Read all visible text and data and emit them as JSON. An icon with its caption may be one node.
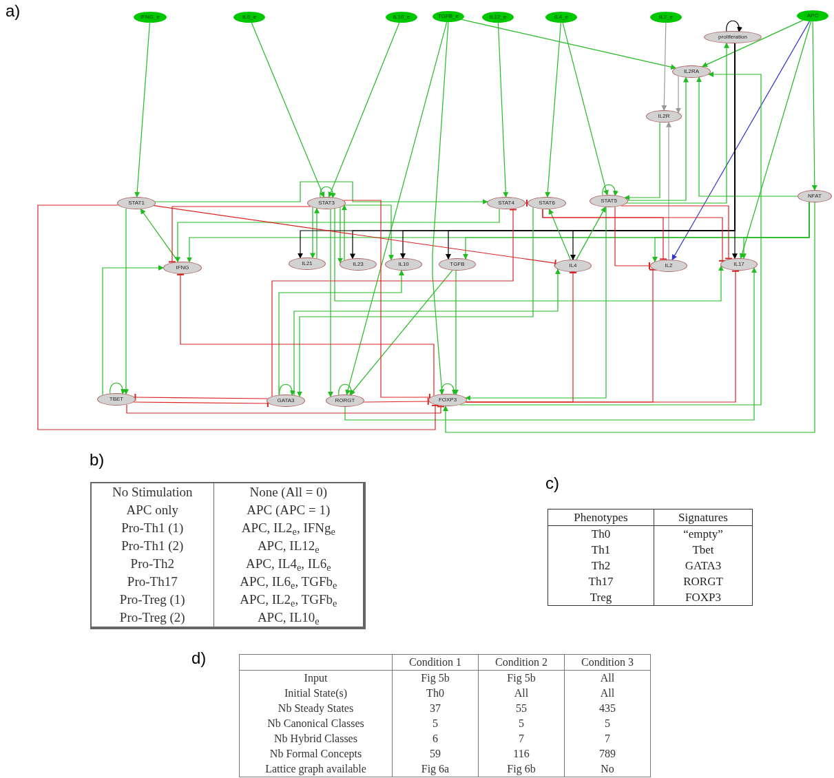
{
  "diagram": {
    "nodes": [
      {
        "text": [
          "IFNG_e"
        ]
      },
      {
        "text": [
          "IL6_e"
        ]
      },
      {
        "text": [
          "IL10_e"
        ]
      },
      {
        "text": [
          "TGFB_e"
        ]
      },
      {
        "text": [
          "IL12_e"
        ]
      },
      {
        "text": [
          "IL4_e"
        ]
      },
      {
        "text": [
          "IL2_e"
        ]
      },
      {
        "text": [
          "APC"
        ]
      },
      {
        "text": [
          "proliferation"
        ]
      },
      {
        "text": [
          "IL2RA"
        ]
      },
      {
        "text": [
          "IL2R"
        ]
      },
      {
        "text": [
          "STAT1"
        ]
      },
      {
        "text": [
          "STAT3"
        ]
      },
      {
        "text": [
          "STAT4"
        ]
      },
      {
        "text": [
          "STAT6"
        ]
      },
      {
        "text": [
          "STAT5"
        ]
      },
      {
        "text": [
          "NFAT"
        ]
      },
      {
        "text": [
          "IFNG"
        ]
      },
      {
        "text": [
          "IL21"
        ]
      },
      {
        "text": [
          "IL23"
        ]
      },
      {
        "text": [
          "IL10"
        ]
      },
      {
        "text": [
          "TGFB"
        ]
      },
      {
        "text": [
          "IL4"
        ]
      },
      {
        "text": [
          "IL2"
        ]
      },
      {
        "text": [
          "IL17"
        ]
      },
      {
        "text": [
          "TBET"
        ]
      },
      {
        "text": [
          "GATA3"
        ]
      },
      {
        "text": [
          "RORGT"
        ]
      },
      {
        "text": [
          "FOXP3"
        ]
      }
    ],
    "edges": [
      {
        "from": 0,
        "to": 11,
        "arrow": "to"
      },
      {
        "from": 1,
        "to": 12,
        "arrow": "to"
      },
      {
        "from": 2,
        "to": 12,
        "arrow": "to"
      },
      {
        "from": 3,
        "to": 27,
        "arrow": "to"
      },
      {
        "from": 3,
        "to": 28,
        "arrow": "to"
      },
      {
        "from": 3,
        "to": 9,
        "arrow": "to"
      },
      {
        "from": 4,
        "to": 13,
        "arrow": "to"
      },
      {
        "from": 5,
        "to": 14,
        "arrow": "to"
      },
      {
        "from": 5,
        "to": 15,
        "arrow": "to"
      },
      {
        "from": 7,
        "to": 9,
        "arrow": "to"
      },
      {
        "from": 7,
        "to": 16,
        "arrow": "to"
      },
      {
        "from": 7,
        "to": 24,
        "arrow": "to"
      },
      {
        "from": 7,
        "to": 23,
        "arrow": "to",
        "color": "#3333cc"
      },
      {
        "from": 6,
        "to": 10,
        "arrow": "to",
        "color": "#999999"
      },
      {
        "from": 9,
        "to": 10,
        "arrow": "to",
        "color": "#999999"
      },
      {
        "from": 23,
        "to": 10,
        "arrow": "to",
        "color": "#999999"
      },
      {
        "from": 10,
        "to": 15,
        "arrow": "to"
      },
      {
        "from": 15,
        "to": 9,
        "arrow": "to"
      },
      {
        "from": 16,
        "to": 9,
        "arrow": "to"
      },
      {
        "from": 15,
        "to": 8,
        "arrow": "to"
      },
      {
        "from": 28,
        "to": 9,
        "arrow": "to"
      },
      {
        "from": 15,
        "to": 15,
        "arrow": "to"
      },
      {
        "from": 12,
        "to": 12,
        "arrow": "to"
      },
      {
        "from": 8,
        "to": 8,
        "arrow": "to",
        "color": "#000000"
      },
      {
        "from": 11,
        "to": 13,
        "arrow": "to"
      },
      {
        "from": 18,
        "to": 12,
        "arrow": "to"
      },
      {
        "from": 19,
        "to": 12,
        "arrow": "to"
      },
      {
        "from": 12,
        "to": 18,
        "arrow": "to"
      },
      {
        "from": 12,
        "to": 19,
        "arrow": "to"
      },
      {
        "from": 12,
        "to": 20,
        "arrow": "to"
      },
      {
        "from": 12,
        "to": 27,
        "arrow": "to"
      },
      {
        "from": 12,
        "to": 24,
        "arrow": "to"
      },
      {
        "from": 11,
        "to": 25,
        "arrow": "to"
      },
      {
        "from": 17,
        "to": 11,
        "arrow": "to"
      },
      {
        "from": 25,
        "to": 17,
        "arrow": "to"
      },
      {
        "from": 25,
        "to": 25,
        "arrow": "to"
      },
      {
        "from": 26,
        "to": 26,
        "arrow": "to"
      },
      {
        "from": 27,
        "to": 27,
        "arrow": "to"
      },
      {
        "from": 28,
        "to": 28,
        "arrow": "to"
      },
      {
        "from": 13,
        "to": 17,
        "arrow": "to"
      },
      {
        "from": 16,
        "to": 17,
        "arrow": "to"
      },
      {
        "from": 16,
        "to": 23,
        "arrow": "to"
      },
      {
        "from": 16,
        "to": 24,
        "arrow": "to"
      },
      {
        "from": 16,
        "to": 21,
        "arrow": "to"
      },
      {
        "from": 16,
        "to": 28,
        "arrow": "to"
      },
      {
        "from": 8,
        "to": 18,
        "arrow": "to",
        "color": "#000000"
      },
      {
        "from": 8,
        "to": 19,
        "arrow": "to",
        "color": "#000000"
      },
      {
        "from": 8,
        "to": 20,
        "arrow": "to",
        "color": "#000000"
      },
      {
        "from": 8,
        "to": 21,
        "arrow": "to",
        "color": "#000000"
      },
      {
        "from": 8,
        "to": 22,
        "arrow": "to",
        "color": "#000000"
      },
      {
        "from": 8,
        "to": 24,
        "arrow": "to",
        "color": "#000000"
      },
      {
        "from": 26,
        "to": 20,
        "arrow": "to"
      },
      {
        "from": 26,
        "to": 22,
        "arrow": "to"
      },
      {
        "from": 14,
        "to": 26,
        "arrow": "to"
      },
      {
        "from": 15,
        "to": 28,
        "arrow": "to"
      },
      {
        "from": 27,
        "to": 24,
        "arrow": "to"
      },
      {
        "from": 22,
        "to": 14,
        "arrow": "to"
      },
      {
        "from": 22,
        "to": 15,
        "arrow": "to"
      },
      {
        "from": 21,
        "to": 28,
        "arrow": "to"
      },
      {
        "from": 21,
        "to": 27,
        "arrow": "to"
      },
      {
        "from": 11,
        "to": 22,
        "arrow": "other",
        "color": "#dd2222"
      },
      {
        "from": 11,
        "to": 28,
        "arrow": "other",
        "color": "#dd2222"
      },
      {
        "from": 12,
        "to": 17,
        "arrow": "other",
        "color": "#dd2222"
      },
      {
        "from": 12,
        "to": 28,
        "arrow": "other",
        "color": "#dd2222"
      },
      {
        "from": 26,
        "to": 25,
        "arrow": "other",
        "color": "#dd2222"
      },
      {
        "from": 25,
        "to": 26,
        "arrow": "other",
        "color": "#dd2222"
      },
      {
        "from": 26,
        "to": 13,
        "arrow": "other",
        "color": "#dd2222"
      },
      {
        "from": 28,
        "to": 17,
        "arrow": "other",
        "color": "#dd2222"
      },
      {
        "from": 27,
        "to": 28,
        "arrow": "other",
        "color": "#dd2222"
      },
      {
        "from": 25,
        "to": 28,
        "arrow": "other",
        "color": "#dd2222"
      },
      {
        "from": 28,
        "to": 22,
        "arrow": "other",
        "color": "#dd2222"
      },
      {
        "from": 28,
        "to": 23,
        "arrow": "other",
        "color": "#dd2222"
      },
      {
        "from": 28,
        "to": 24,
        "arrow": "other",
        "color": "#dd2222"
      },
      {
        "from": 15,
        "to": 23,
        "arrow": "other",
        "color": "#dd2222"
      },
      {
        "from": 15,
        "to": 24,
        "arrow": "other",
        "color": "#dd2222"
      },
      {
        "from": 14,
        "to": 24,
        "arrow": "other",
        "color": "#dd2222"
      },
      {
        "from": 14,
        "to": 23,
        "arrow": "other",
        "color": "#dd2222"
      },
      {
        "from": 13,
        "to": 14,
        "arrow": "other",
        "color": "#dd2222"
      }
    ],
    "labels": [
      "a)",
      "b)",
      "No Stimulation",
      "None (All = 0)",
      "APC only",
      "APC (APC = 1)",
      "Pro-Th1 (1)",
      "APC, IL2$_{e}$, IFNg$_{e}$",
      "Pro-Th1 (2)",
      "APC, IL12$_{e}$",
      "Pro-Th2",
      "APC, IL4$_{e}$, IL6$_{e}$",
      "Pro-Th17",
      "APC, IL6$_{e}$, TGFb$_{e}$",
      "Pro-Treg (1)",
      "APC, IL2$_{e}$, TGFb$_{e}$",
      "Pro-Treg (2)",
      "APC, IL10$_{e}$",
      "c)",
      "Phenotypes",
      "Signatures",
      "Th0",
      "“empty”",
      "Th1",
      "Tbet",
      "Th2",
      "GATA3",
      "Th17",
      "RORGT",
      "Treg",
      "FOXP3",
      "d)",
      "Condition 1",
      "Condition 2",
      "Condition 3",
      "Input",
      "Fig 5b",
      "Fig 5b",
      "All",
      "Initial State(s)",
      "Th0",
      "All",
      "All",
      "Nb Steady States",
      "37",
      "55",
      "435",
      "Nb Canonical Classes",
      "5",
      "5",
      "5",
      "Nb Hybrid Classes",
      "6",
      "7",
      "7",
      "Nb Formal Concepts",
      "59",
      "116",
      "789",
      "Lattice graph available",
      "Fig 6a",
      "Fig 6b",
      "No"
    ]
  }
}
